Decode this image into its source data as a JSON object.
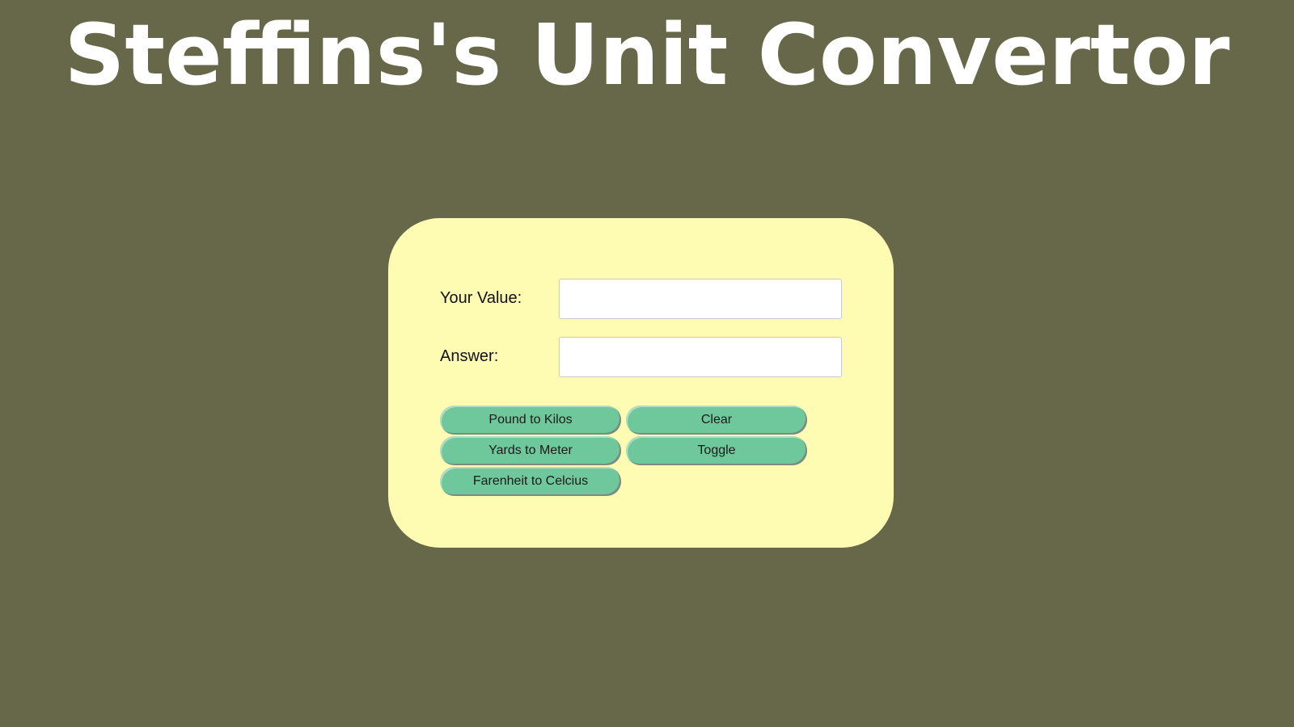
{
  "header": {
    "title": "Steffins's Unit Convertor"
  },
  "form": {
    "value_label": "Your Value:",
    "value_input": "",
    "answer_label": "Answer:",
    "answer_input": ""
  },
  "buttons": {
    "pound_to_kilos": "Pound to Kilos",
    "clear": "Clear",
    "yards_to_meter": "Yards to Meter",
    "toggle": "Toggle",
    "farenheit_to_celcius": "Farenheit to Celcius"
  },
  "colors": {
    "background": "#676749",
    "card": "#fefcb3",
    "button": "#6fc89c",
    "title_text": "#ffffff"
  }
}
